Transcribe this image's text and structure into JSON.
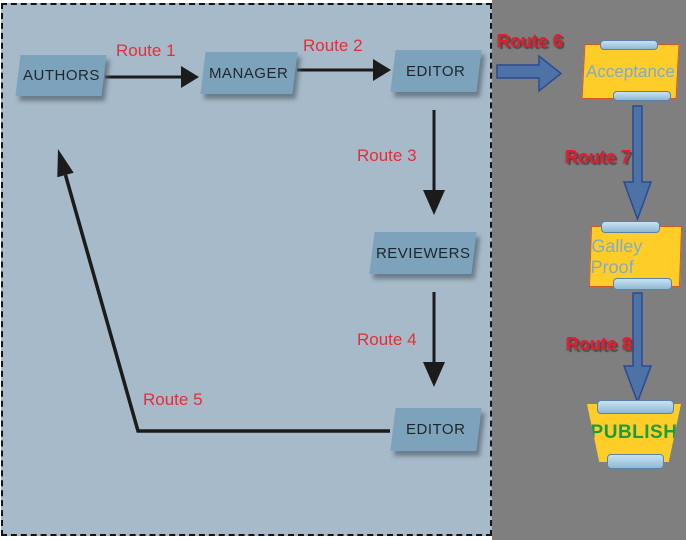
{
  "flow": {
    "nodes": [
      {
        "id": "authors",
        "label": "AUTHORS"
      },
      {
        "id": "manager",
        "label": "MANAGER"
      },
      {
        "id": "editor_top",
        "label": "EDITOR"
      },
      {
        "id": "reviewers",
        "label": "REVIEWERS"
      },
      {
        "id": "editor_bottom",
        "label": "EDITOR"
      }
    ],
    "routes": [
      {
        "id": "route1",
        "label": "Route 1"
      },
      {
        "id": "route2",
        "label": "Route 2"
      },
      {
        "id": "route3",
        "label": "Route 3"
      },
      {
        "id": "route4",
        "label": "Route 4"
      },
      {
        "id": "route5",
        "label": "Route 5"
      }
    ]
  },
  "track": {
    "routes": [
      {
        "id": "route6",
        "label": "Route 6"
      },
      {
        "id": "route7",
        "label": "Route 7"
      },
      {
        "id": "route8",
        "label": "Route 8"
      }
    ],
    "stages": [
      {
        "id": "acceptance",
        "label": "Acceptance"
      },
      {
        "id": "galley_proof",
        "label": "Galley Proof"
      },
      {
        "id": "publish",
        "label": "PUBLISH"
      }
    ]
  },
  "colors": {
    "panel_bg": "#a7bac9",
    "node_fill": "#7ca3bb",
    "outer_bg": "#7f7f7f",
    "route_red": "#e62d37",
    "arrow_black": "#1b1b1b",
    "arrow_blue": "#4d73a6",
    "stage_yellow": "#ffcd28",
    "stage_text_blue": "#82aac8",
    "publish_green": "#1e9b3c",
    "bar_blue": "#9cc4de"
  }
}
